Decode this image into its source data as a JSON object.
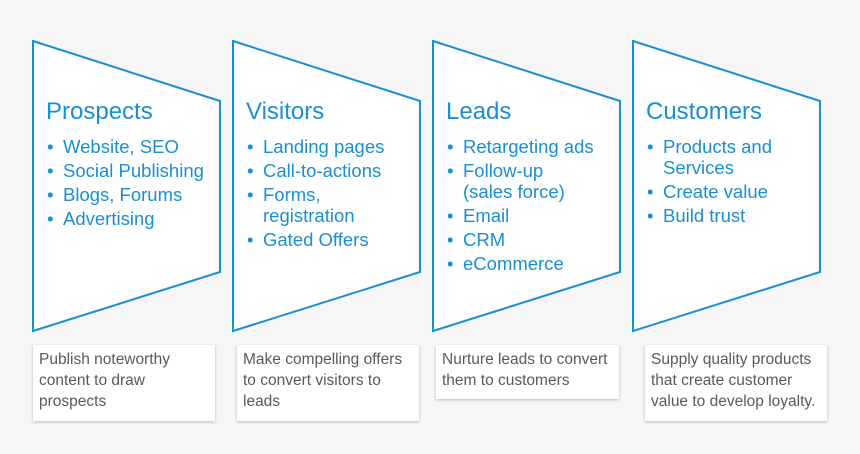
{
  "colors": {
    "accent": "#1a8fd0",
    "shape_fill": "#ffffff",
    "note_text": "#595959"
  },
  "stages": [
    {
      "title": "Prospects",
      "items": [
        "Website, SEO",
        "Social Publishing",
        "Blogs, Forums",
        "Advertising"
      ],
      "note": "Publish noteworthy content to draw prospects"
    },
    {
      "title": "Visitors",
      "items": [
        "Landing pages",
        "Call-to-actions",
        "Forms, registration",
        "Gated Offers"
      ],
      "note": "Make compelling offers to convert visitors to leads"
    },
    {
      "title": "Leads",
      "items": [
        "Retargeting ads",
        "Follow-up (sales force)",
        "Email",
        "CRM",
        "eCommerce"
      ],
      "note": "Nurture leads to convert them to customers"
    },
    {
      "title": "Customers",
      "items": [
        "Products and Services",
        "Create value",
        "Build trust"
      ],
      "note": "Supply quality products that create customer value to develop loyalty."
    }
  ]
}
